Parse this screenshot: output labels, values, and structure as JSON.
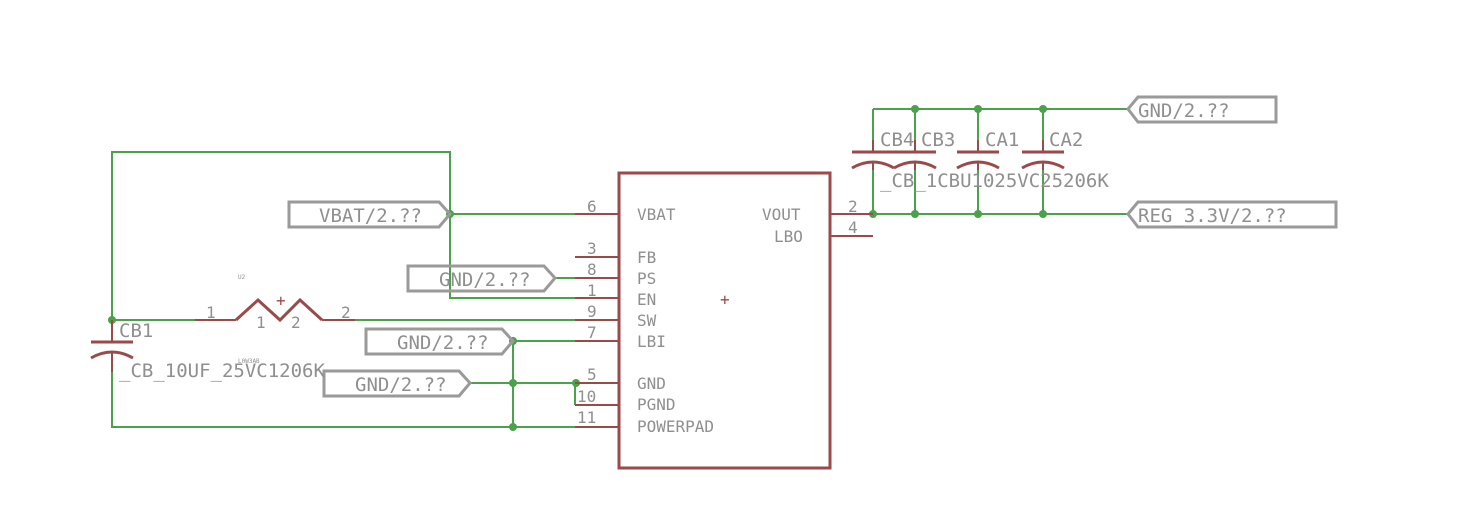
{
  "net_labels": {
    "gnd_top": "GND/2.??",
    "reg": "REG_3.3V/2.??",
    "vbat": "VBAT/2.??",
    "gnd_ps": "GND/2.??",
    "gnd_lbi": "GND/2.??",
    "gnd_pgnd": "GND/2.??"
  },
  "ic": {
    "pins_left": [
      {
        "num": "6",
        "name": "VBAT"
      },
      {
        "num": "3",
        "name": "FB"
      },
      {
        "num": "8",
        "name": "PS"
      },
      {
        "num": "1",
        "name": "EN"
      },
      {
        "num": "9",
        "name": "SW"
      },
      {
        "num": "7",
        "name": "LBI"
      },
      {
        "num": "5",
        "name": "GND"
      },
      {
        "num": "10",
        "name": "PGND"
      },
      {
        "num": "11",
        "name": "POWERPAD"
      }
    ],
    "pins_right": [
      {
        "num": "2",
        "name": "VOUT"
      },
      {
        "num": "4",
        "name": "LBO"
      }
    ],
    "origin": "+"
  },
  "inductor": {
    "ref": "U2",
    "value": "L0W3AB",
    "pin1_outer": "1",
    "pin1_inner": "1",
    "pin2_inner": "2",
    "pin2_outer": "2",
    "origin": "+"
  },
  "caps": {
    "cb1_name": "CB1",
    "cb1_value": "_CB_10UF_25VC1206K",
    "cb4_name": "CB4",
    "cb3_name": "CB3",
    "ca1_name": "CA1",
    "ca2_name": "CA2",
    "top_values_overlap": "_CB_1CBU1025VC25206K"
  }
}
